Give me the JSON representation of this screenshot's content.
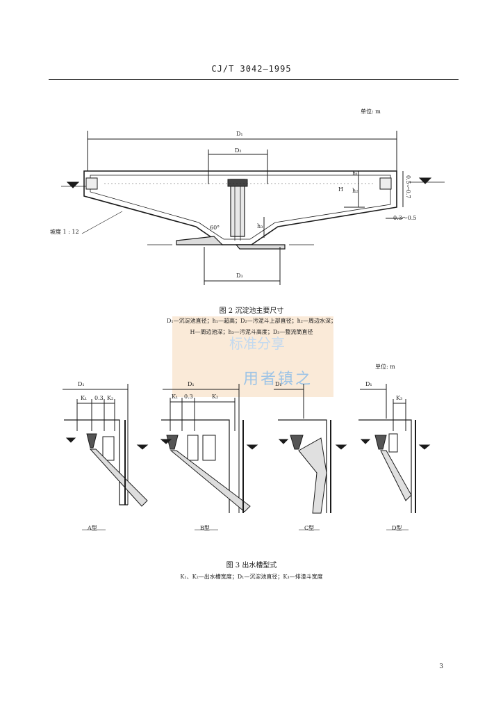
{
  "header": {
    "code": "CJ/T 3042—1995"
  },
  "fig2": {
    "unit": "单位: m",
    "labels": {
      "d1_top": "D₁",
      "d2": "D₂",
      "d3_bottom": "D₃",
      "h1": "h₁",
      "h_mid": "h₂",
      "H": "H",
      "h3": "h₃",
      "dim_right": "0.5～0.7",
      "dim_right_low": "0.3～0.5",
      "angle": "60°",
      "slope": "坡度 1 : 12"
    },
    "caption": "图 2  沉淀池主要尺寸",
    "legend_line1": "D₁—沉淀池直径；h₁—超高；D₂—污泥斗上部直径；h₂—周边水深；",
    "legend_line2": "H—周边池深；h₃—污泥斗高度；D₃—整流筒直径"
  },
  "fig3": {
    "unit": "单位: m",
    "dim_03": "0.3",
    "panels": [
      {
        "label": "A型",
        "d": "D₁",
        "k1": "K₁",
        "k2": "K₂"
      },
      {
        "label": "B型",
        "d": "D₁",
        "k1": "K₁",
        "k2": "K₂"
      },
      {
        "label": "C型",
        "d": "D₁"
      },
      {
        "label": "D型",
        "d": "D₁",
        "k3": "K₃"
      }
    ],
    "caption": "图 3  出水槽型式",
    "legend": "K₁、K₂—出水槽宽度；D₁—沉淀池直径；K₃—排渣斗宽度"
  },
  "watermark": {
    "line1": "标准分享",
    "line2": "用者镇之"
  },
  "page_number": "3"
}
